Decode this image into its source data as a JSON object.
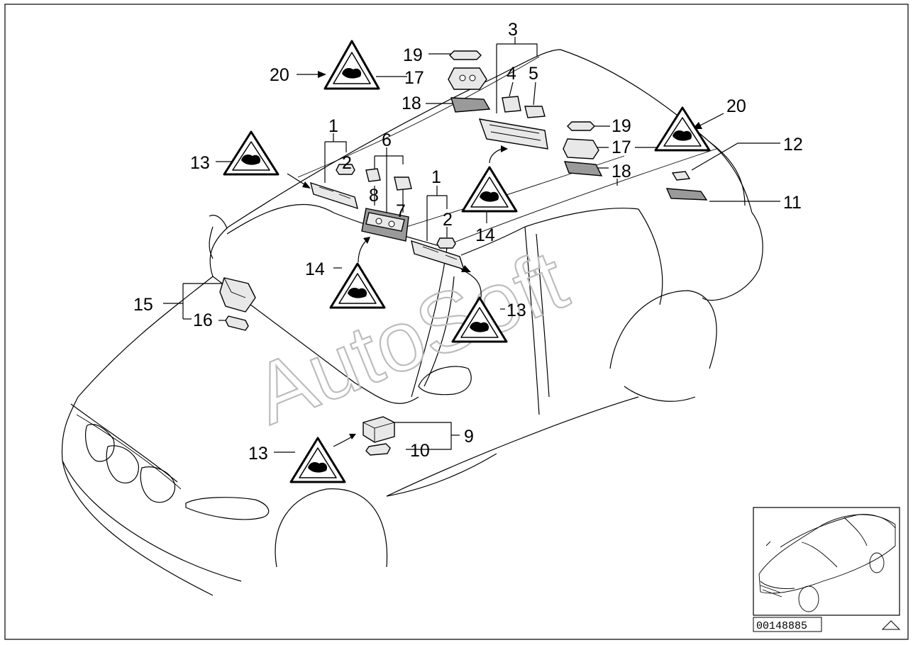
{
  "diagram": {
    "callouts": [
      {
        "label": "3"
      },
      {
        "label": "19"
      },
      {
        "label": "20"
      },
      {
        "label": "17"
      },
      {
        "label": "4"
      },
      {
        "label": "5"
      },
      {
        "label": "18"
      },
      {
        "label": "20"
      },
      {
        "label": "19"
      },
      {
        "label": "17"
      },
      {
        "label": "1"
      },
      {
        "label": "6"
      },
      {
        "label": "13"
      },
      {
        "label": "2"
      },
      {
        "label": "12"
      },
      {
        "label": "18"
      },
      {
        "label": "8"
      },
      {
        "label": "7"
      },
      {
        "label": "1"
      },
      {
        "label": "11"
      },
      {
        "label": "2"
      },
      {
        "label": "14"
      },
      {
        "label": "14"
      },
      {
        "label": "15"
      },
      {
        "label": "13"
      },
      {
        "label": "16"
      },
      {
        "label": "9"
      },
      {
        "label": "13"
      },
      {
        "label": "10"
      }
    ],
    "watermark": "AutoSoft",
    "image_id": "00148885"
  }
}
